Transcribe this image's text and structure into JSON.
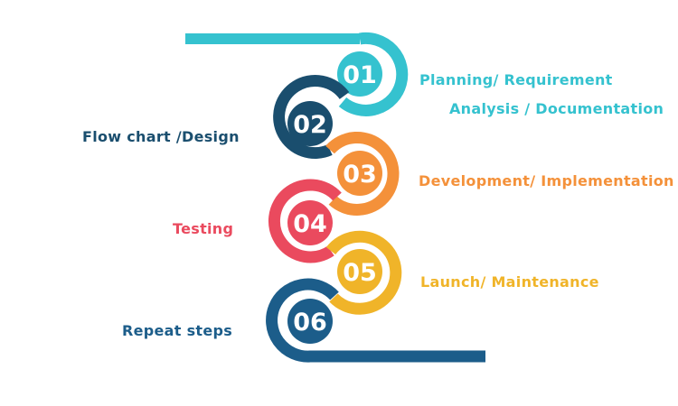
{
  "steps": [
    {
      "number": "01",
      "label_lines": [
        "Planning/ Requirement",
        "Analysis / Documentation"
      ],
      "color": "#35c2cf"
    },
    {
      "number": "02",
      "label_lines": [
        "Flow chart /Design"
      ],
      "color": "#1a4e6e"
    },
    {
      "number": "03",
      "label_lines": [
        "Development/ Implementation"
      ],
      "color": "#f4913a"
    },
    {
      "number": "04",
      "label_lines": [
        "Testing"
      ],
      "color": "#ea4a5e"
    },
    {
      "number": "05",
      "label_lines": [
        "Launch/ Maintenance"
      ],
      "color": "#f0b429"
    },
    {
      "number": "06",
      "label_lines": [
        "Repeat steps"
      ],
      "color": "#1c5d8a"
    }
  ]
}
